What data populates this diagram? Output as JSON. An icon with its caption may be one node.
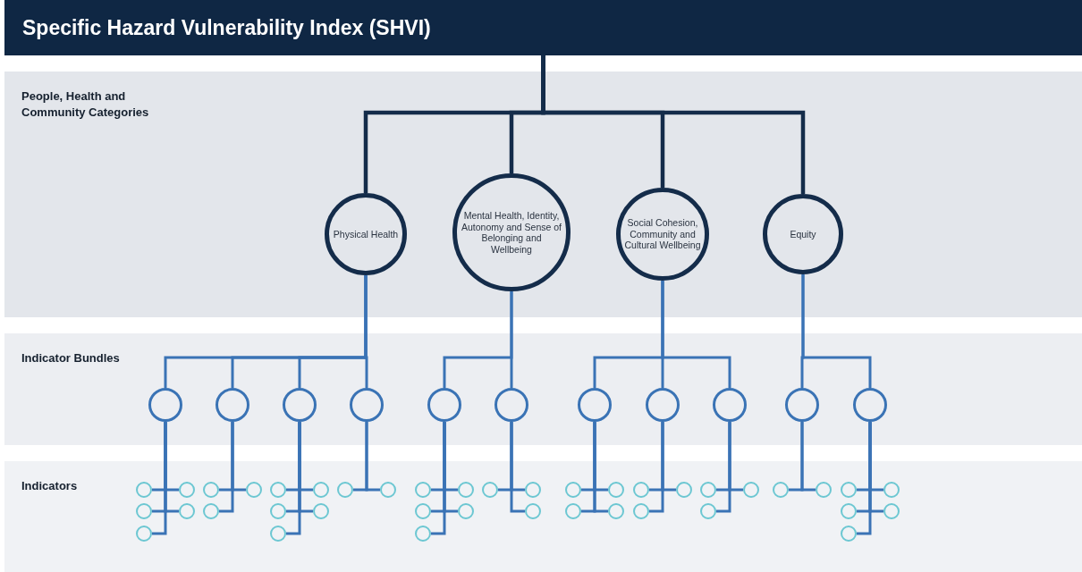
{
  "diagram": {
    "nodes": [
      {
        "text": [
          "Specific Hazard Vulnerability Index (SHVI)"
        ]
      },
      {
        "text": [
          "People, Health and Community Categories"
        ]
      },
      {
        "text": [
          "Physical Health"
        ],
        "in": 1
      },
      {
        "text": [
          "Mental Health, Identity, Autonomy and Sense of Belonging and Wellbeing"
        ],
        "in": 1
      },
      {
        "text": [
          "Social Cohesion, Community and Cultural Wellbeing"
        ],
        "in": 1
      },
      {
        "text": [
          "Equity"
        ],
        "in": 1
      },
      {
        "text": [
          "Indicator Bundles"
        ]
      },
      {
        "text": [],
        "shape": "circle",
        "in": 6
      },
      {
        "text": [],
        "shape": "circle",
        "in": 6
      },
      {
        "text": [],
        "shape": "circle",
        "in": 6
      },
      {
        "text": [],
        "shape": "circle",
        "in": 6
      },
      {
        "text": [],
        "shape": "circle",
        "in": 6
      },
      {
        "text": [],
        "shape": "circle",
        "in": 6
      },
      {
        "text": [],
        "shape": "circle",
        "in": 6
      },
      {
        "text": [],
        "shape": "circle",
        "in": 6
      },
      {
        "text": [],
        "shape": "circle",
        "in": 6
      },
      {
        "text": [],
        "shape": "circle",
        "in": 6
      },
      {
        "text": [],
        "shape": "circle",
        "in": 6
      },
      {
        "text": [
          "Indicators"
        ]
      },
      {
        "text": [],
        "shape": "circle",
        "in": 18
      },
      {
        "text": [],
        "shape": "circle",
        "in": 18
      },
      {
        "text": [],
        "shape": "circle",
        "in": 18
      },
      {
        "text": [],
        "shape": "circle",
        "in": 18
      },
      {
        "text": [],
        "shape": "circle",
        "in": 18
      },
      {
        "text": [],
        "shape": "circle",
        "in": 18
      },
      {
        "text": [],
        "shape": "circle",
        "in": 18
      },
      {
        "text": [],
        "shape": "circle",
        "in": 18
      },
      {
        "text": [],
        "shape": "circle",
        "in": 18
      },
      {
        "text": [],
        "shape": "circle",
        "in": 18
      },
      {
        "text": [],
        "shape": "circle",
        "in": 18
      },
      {
        "text": [],
        "shape": "circle",
        "in": 18
      },
      {
        "text": [],
        "shape": "circle",
        "in": 18
      },
      {
        "text": [],
        "shape": "circle",
        "in": 18
      },
      {
        "text": [],
        "shape": "circle",
        "in": 18
      },
      {
        "text": [],
        "shape": "circle",
        "in": 18
      },
      {
        "text": [],
        "shape": "circle",
        "in": 18
      },
      {
        "text": [],
        "shape": "circle",
        "in": 18
      },
      {
        "text": [],
        "shape": "circle",
        "in": 18
      },
      {
        "text": [],
        "shape": "circle",
        "in": 18
      },
      {
        "text": [],
        "shape": "circle",
        "in": 18
      },
      {
        "text": [],
        "shape": "circle",
        "in": 18
      },
      {
        "text": [],
        "shape": "circle",
        "in": 18
      },
      {
        "text": [],
        "shape": "circle",
        "in": 18
      },
      {
        "text": [],
        "shape": "circle",
        "in": 18
      },
      {
        "text": [],
        "shape": "circle",
        "in": 18
      },
      {
        "text": [],
        "shape": "circle",
        "in": 18
      },
      {
        "text": [],
        "shape": "circle",
        "in": 18
      },
      {
        "text": [],
        "shape": "circle",
        "in": 18
      },
      {
        "text": [],
        "shape": "circle",
        "in": 18
      },
      {
        "text": [],
        "shape": "circle",
        "in": 18
      },
      {
        "text": [],
        "shape": "circle",
        "in": 18
      },
      {
        "text": [],
        "shape": "circle",
        "in": 18
      },
      {
        "text": [],
        "shape": "circle",
        "in": 18
      },
      {
        "text": [],
        "shape": "circle",
        "in": 18
      },
      {
        "text": [],
        "shape": "circle",
        "in": 18
      },
      {
        "text": [],
        "shape": "circle",
        "in": 18
      },
      {
        "text": [],
        "shape": "circle",
        "in": 18
      },
      {
        "text": [],
        "shape": "circle",
        "in": 18
      },
      {
        "text": [],
        "shape": "circle",
        "in": 18
      }
    ],
    "edges": [
      {
        "from": 0,
        "to": 2,
        "arrow": "none",
        "color": "#142c4a"
      },
      {
        "from": 0,
        "to": 3,
        "arrow": "none",
        "color": "#142c4a"
      },
      {
        "from": 0,
        "to": 4,
        "arrow": "none",
        "color": "#142c4a"
      },
      {
        "from": 0,
        "to": 5,
        "arrow": "none",
        "color": "#142c4a"
      },
      {
        "from": 2,
        "to": 7,
        "arrow": "none"
      },
      {
        "from": 2,
        "to": 8,
        "arrow": "none"
      },
      {
        "from": 2,
        "to": 9,
        "arrow": "none"
      },
      {
        "from": 2,
        "to": 10,
        "arrow": "none"
      },
      {
        "from": 3,
        "to": 11,
        "arrow": "none"
      },
      {
        "from": 3,
        "to": 12,
        "arrow": "none"
      },
      {
        "from": 4,
        "to": 13,
        "arrow": "none"
      },
      {
        "from": 4,
        "to": 14,
        "arrow": "none"
      },
      {
        "from": 4,
        "to": 15,
        "arrow": "none"
      },
      {
        "from": 5,
        "to": 16,
        "arrow": "none"
      },
      {
        "from": 5,
        "to": 17,
        "arrow": "none"
      },
      {
        "from": 7,
        "to": 19,
        "arrow": "none"
      },
      {
        "from": 7,
        "to": 20,
        "arrow": "none"
      },
      {
        "from": 7,
        "to": 21,
        "arrow": "none"
      },
      {
        "from": 7,
        "to": 22,
        "arrow": "none"
      },
      {
        "from": 7,
        "to": 23,
        "arrow": "none"
      },
      {
        "from": 8,
        "to": 24,
        "arrow": "none"
      },
      {
        "from": 8,
        "to": 25,
        "arrow": "none"
      },
      {
        "from": 8,
        "to": 26,
        "arrow": "none"
      },
      {
        "from": 9,
        "to": 27,
        "arrow": "none"
      },
      {
        "from": 9,
        "to": 28,
        "arrow": "none"
      },
      {
        "from": 9,
        "to": 29,
        "arrow": "none"
      },
      {
        "from": 9,
        "to": 30,
        "arrow": "none"
      },
      {
        "from": 9,
        "to": 31,
        "arrow": "none"
      },
      {
        "from": 10,
        "to": 32,
        "arrow": "none"
      },
      {
        "from": 10,
        "to": 33,
        "arrow": "none"
      },
      {
        "from": 11,
        "to": 34,
        "arrow": "none"
      },
      {
        "from": 11,
        "to": 35,
        "arrow": "none"
      },
      {
        "from": 11,
        "to": 36,
        "arrow": "none"
      },
      {
        "from": 11,
        "to": 37,
        "arrow": "none"
      },
      {
        "from": 11,
        "to": 38,
        "arrow": "none"
      },
      {
        "from": 12,
        "to": 39,
        "arrow": "none"
      },
      {
        "from": 12,
        "to": 40,
        "arrow": "none"
      },
      {
        "from": 12,
        "to": 41,
        "arrow": "none"
      },
      {
        "from": 13,
        "to": 42,
        "arrow": "none"
      },
      {
        "from": 13,
        "to": 43,
        "arrow": "none"
      },
      {
        "from": 13,
        "to": 44,
        "arrow": "none"
      },
      {
        "from": 13,
        "to": 45,
        "arrow": "none"
      },
      {
        "from": 14,
        "to": 46,
        "arrow": "none"
      },
      {
        "from": 14,
        "to": 47,
        "arrow": "none"
      },
      {
        "from": 14,
        "to": 48,
        "arrow": "none"
      },
      {
        "from": 15,
        "to": 49,
        "arrow": "none"
      },
      {
        "from": 15,
        "to": 50,
        "arrow": "none"
      },
      {
        "from": 15,
        "to": 51,
        "arrow": "none"
      },
      {
        "from": 16,
        "to": 52,
        "arrow": "none"
      },
      {
        "from": 16,
        "to": 53,
        "arrow": "none"
      },
      {
        "from": 17,
        "to": 54,
        "arrow": "none"
      },
      {
        "from": 17,
        "to": 55,
        "arrow": "none"
      },
      {
        "from": 17,
        "to": 56,
        "arrow": "none"
      },
      {
        "from": 17,
        "to": 57,
        "arrow": "none"
      },
      {
        "from": 17,
        "to": 58,
        "arrow": "none"
      }
    ]
  }
}
